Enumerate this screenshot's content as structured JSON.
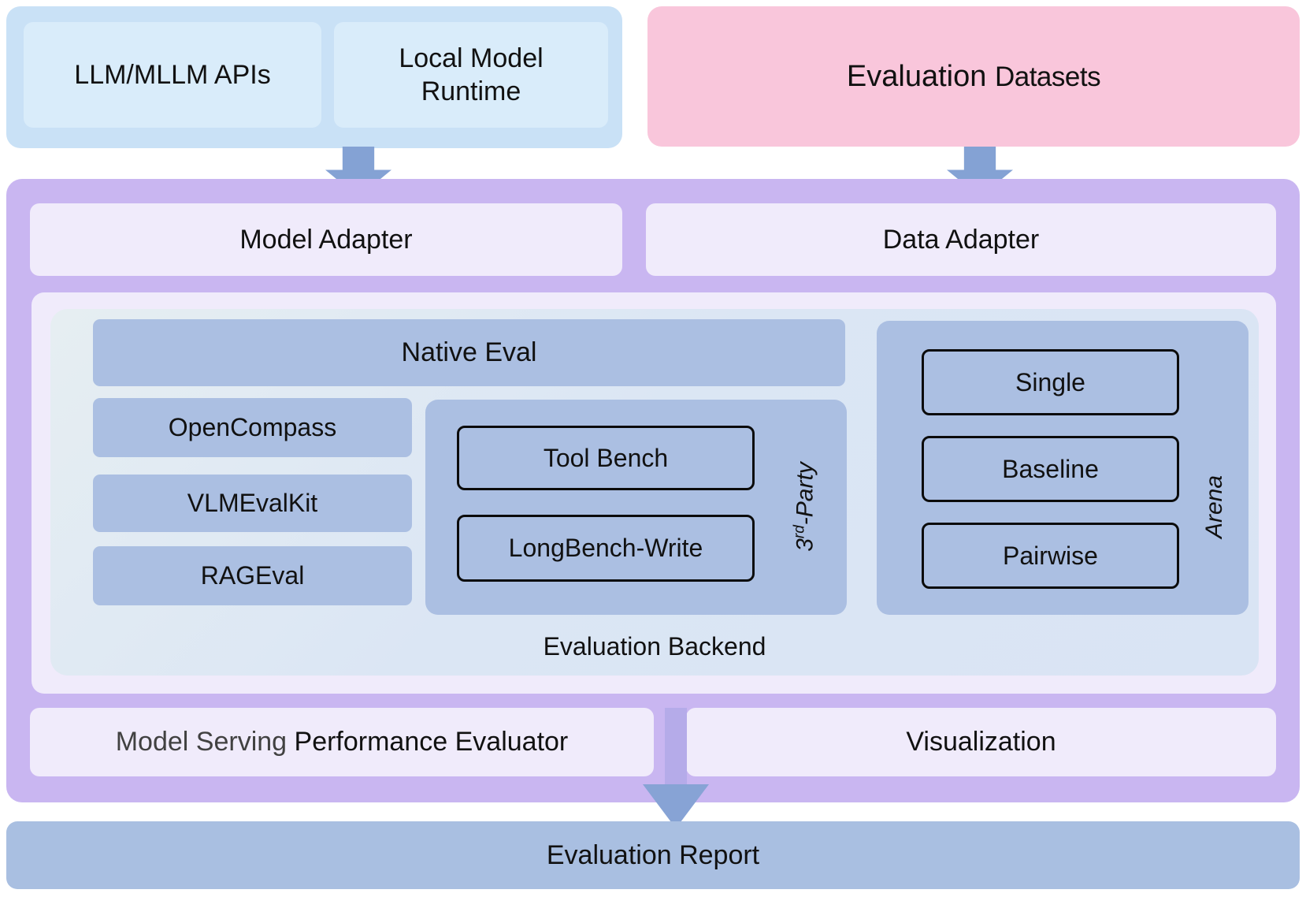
{
  "sources": {
    "apis_label": "LLM/MLLM APIs",
    "local_runtime_label": "Local Model Runtime",
    "datasets_label_main": "Evaluation",
    "datasets_label_sub": "Datasets"
  },
  "adapters": {
    "model_adapter_label": "Model Adapter",
    "data_adapter_label": "Data Adapter"
  },
  "backend": {
    "title": "Evaluation Backend",
    "native_eval_label": "Native Eval",
    "native_tools": [
      "OpenCompass",
      "VLMEvalKit",
      "RAGEval"
    ],
    "third_party": {
      "label_base": "3",
      "label_sup": "rd",
      "label_rest": "-Party",
      "items": [
        "Tool Bench",
        "LongBench-Write"
      ]
    },
    "arena": {
      "label": "Arena",
      "items": [
        "Single",
        "Baseline",
        "Pairwise"
      ]
    }
  },
  "bottom_row": {
    "model_serving_label": "Model Serving",
    "performance_evaluator_label": " Performance Evaluator",
    "visualization_label": "Visualization"
  },
  "report": {
    "label": "Evaluation Report"
  },
  "colors": {
    "source_container": "#c9e1f6",
    "source_box": "#d9ecfa",
    "datasets_pink": "#f9c6db",
    "main_purple": "#c9b6f1",
    "lavender_box": "#f0ebfb",
    "backend_panel": "#dbe6f4",
    "module_blue": "#abbfe2",
    "report_blue": "#a9bfe1",
    "arrow_blue": "#84a2d4",
    "text_black": "#111111",
    "model_serving_gray": "#414141"
  }
}
